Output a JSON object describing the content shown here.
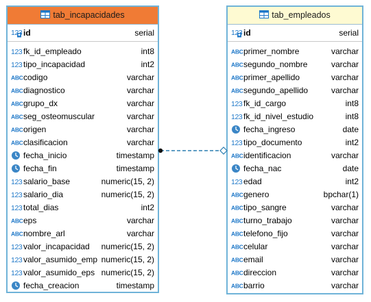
{
  "tables": [
    {
      "title": "tab_incapacidades",
      "pk": {
        "name": "id",
        "type": "serial",
        "icon": "key-number-icon"
      },
      "columns": [
        {
          "name": "fk_id_empleado",
          "type": "int8",
          "icon": "number-icon"
        },
        {
          "name": "tipo_incapacidad",
          "type": "int2",
          "icon": "number-icon"
        },
        {
          "name": "codigo",
          "type": "varchar",
          "icon": "text-icon"
        },
        {
          "name": "diagnostico",
          "type": "varchar",
          "icon": "text-icon"
        },
        {
          "name": "grupo_dx",
          "type": "varchar",
          "icon": "text-icon"
        },
        {
          "name": "seg_osteomuscular",
          "type": "varchar",
          "icon": "text-icon"
        },
        {
          "name": "origen",
          "type": "varchar",
          "icon": "text-icon"
        },
        {
          "name": "clasificacion",
          "type": "varchar",
          "icon": "text-icon"
        },
        {
          "name": "fecha_inicio",
          "type": "timestamp",
          "icon": "clock-icon"
        },
        {
          "name": "fecha_fin",
          "type": "timestamp",
          "icon": "clock-icon"
        },
        {
          "name": "salario_base",
          "type": "numeric(15, 2)",
          "icon": "number-icon"
        },
        {
          "name": "salario_dia",
          "type": "numeric(15, 2)",
          "icon": "number-icon"
        },
        {
          "name": "total_dias",
          "type": "int2",
          "icon": "number-icon"
        },
        {
          "name": "eps",
          "type": "varchar",
          "icon": "text-icon"
        },
        {
          "name": "nombre_arl",
          "type": "varchar",
          "icon": "text-icon"
        },
        {
          "name": "valor_incapacidad",
          "type": "numeric(15, 2)",
          "icon": "number-icon"
        },
        {
          "name": "valor_asumido_emp",
          "type": "numeric(15, 2)",
          "icon": "number-icon"
        },
        {
          "name": "valor_asumido_eps",
          "type": "numeric(15, 2)",
          "icon": "number-icon"
        },
        {
          "name": "fecha_creacion",
          "type": "timestamp",
          "icon": "clock-icon"
        }
      ]
    },
    {
      "title": "tab_empleados",
      "pk": {
        "name": "id",
        "type": "serial",
        "icon": "key-number-icon"
      },
      "columns": [
        {
          "name": "primer_nombre",
          "type": "varchar",
          "icon": "text-icon"
        },
        {
          "name": "segundo_nombre",
          "type": "varchar",
          "icon": "text-icon"
        },
        {
          "name": "primer_apellido",
          "type": "varchar",
          "icon": "text-icon"
        },
        {
          "name": "segundo_apellido",
          "type": "varchar",
          "icon": "text-icon"
        },
        {
          "name": "fk_id_cargo",
          "type": "int8",
          "icon": "number-icon"
        },
        {
          "name": "fk_id_nivel_estudio",
          "type": "int8",
          "icon": "number-icon"
        },
        {
          "name": "fecha_ingreso",
          "type": "date",
          "icon": "clock-icon"
        },
        {
          "name": "tipo_documento",
          "type": "int2",
          "icon": "number-icon"
        },
        {
          "name": "identificacion",
          "type": "varchar",
          "icon": "text-icon"
        },
        {
          "name": "fecha_nac",
          "type": "date",
          "icon": "clock-icon"
        },
        {
          "name": "edad",
          "type": "int2",
          "icon": "number-icon"
        },
        {
          "name": "genero",
          "type": "bpchar(1)",
          "icon": "text-icon"
        },
        {
          "name": "tipo_sangre",
          "type": "varchar",
          "icon": "text-icon"
        },
        {
          "name": "turno_trabajo",
          "type": "varchar",
          "icon": "text-icon"
        },
        {
          "name": "telefono_fijo",
          "type": "varchar",
          "icon": "text-icon"
        },
        {
          "name": "celular",
          "type": "varchar",
          "icon": "text-icon"
        },
        {
          "name": "email",
          "type": "varchar",
          "icon": "text-icon"
        },
        {
          "name": "direccion",
          "type": "varchar",
          "icon": "text-icon"
        },
        {
          "name": "barrio",
          "type": "varchar",
          "icon": "text-icon"
        }
      ]
    }
  ],
  "relationship": {
    "from": "tab_incapacidades",
    "to": "tab_empleados",
    "color": "#2a7db0"
  },
  "colors": {
    "header_orange": "#f07b35",
    "header_yellow": "#fefad2",
    "border_blue": "#6fb3d8",
    "icon_blue": "#1f78c8"
  }
}
